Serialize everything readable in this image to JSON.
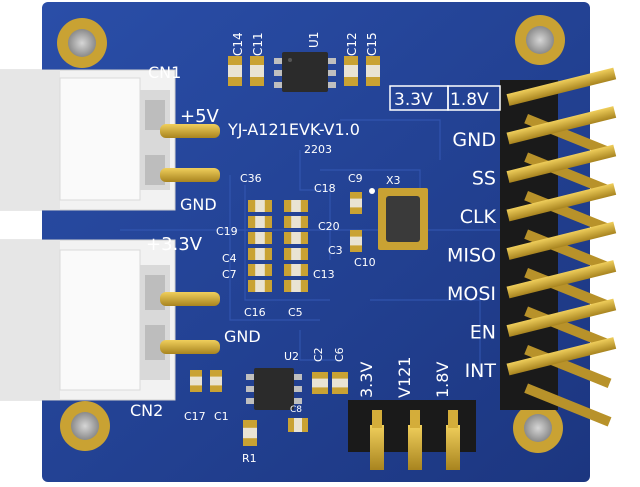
{
  "board": {
    "name": "YJ-A121EVK-V1.0",
    "date_code": "2203",
    "colors": {
      "solder_mask": "#1f3d8c",
      "mask_highlight": "#2a4ea8",
      "copper_gold": "#c9a233",
      "silkscreen": "#ffffff",
      "connector_white": "#f2f2f2",
      "header_black": "#1a1a1a",
      "pin_gold": "#d4ad3a"
    }
  },
  "connectors": {
    "cn1": {
      "ref": "CN1",
      "pin1": "+5V",
      "pin2": "GND"
    },
    "cn2": {
      "ref": "CN2",
      "pin1": "+3.3V",
      "pin2": "GND"
    }
  },
  "header_right": {
    "voltage_boxes": [
      "3.3V",
      "1.8V"
    ],
    "pins": [
      "GND",
      "SS",
      "CLK",
      "MISO",
      "MOSI",
      "EN",
      "INT"
    ]
  },
  "jumper": {
    "labels": [
      "3.3V",
      "V121",
      "1.8V"
    ]
  },
  "refdes": {
    "u1": "U1",
    "u2": "U2",
    "x3": "X3",
    "r1": "R1",
    "c14": "C14",
    "c11": "C11",
    "c12": "C12",
    "c15": "C15",
    "c36": "C36",
    "c19": "C19",
    "c4": "C4",
    "c7": "C7",
    "c16": "C16",
    "c5": "C5",
    "c13": "C13",
    "c18": "C18",
    "c9": "C9",
    "c20": "C20",
    "c3": "C3",
    "c10": "C10",
    "c2": "C2",
    "c6": "C6",
    "c17": "C17",
    "c1": "C1",
    "c8": "C8"
  }
}
